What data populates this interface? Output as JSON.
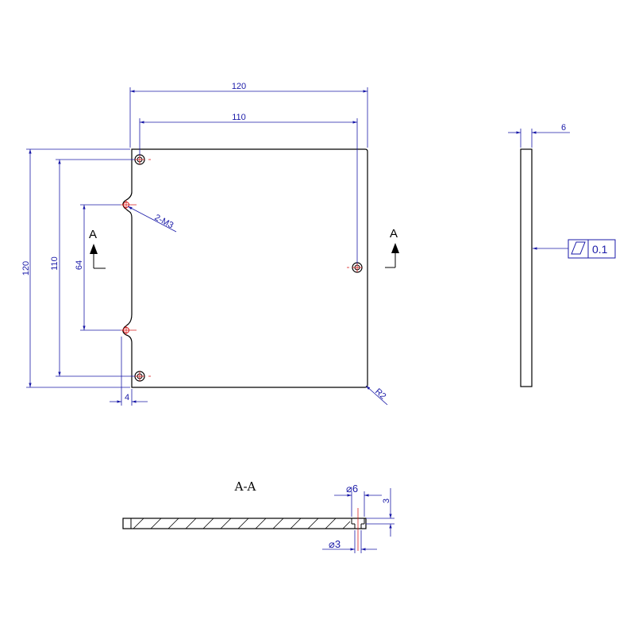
{
  "colors": {
    "outline": "#000000",
    "dimension": "#1a1aa8",
    "center_mark": "#d81e1e",
    "hatch": "#000000"
  },
  "top_view": {
    "dim_overall_width": "120",
    "dim_hole_spacing_x": "110",
    "dim_overall_height": "120",
    "dim_hole_spacing_y": "110",
    "dim_notch_spacing": "64",
    "dim_notch_depth": "4",
    "callout_thread_holes": "2-M3",
    "callout_corner_radius": "R2",
    "section_marker_left": "A",
    "section_marker_right": "A"
  },
  "side_view": {
    "dim_thickness": "6",
    "flatness_symbol": "flatness-icon",
    "flatness_tolerance": "0.1"
  },
  "section_view": {
    "title": "A-A",
    "dim_counterbore_dia": "⌀6",
    "dim_hole_dia": "⌀3",
    "dim_counterbore_depth": "3"
  }
}
